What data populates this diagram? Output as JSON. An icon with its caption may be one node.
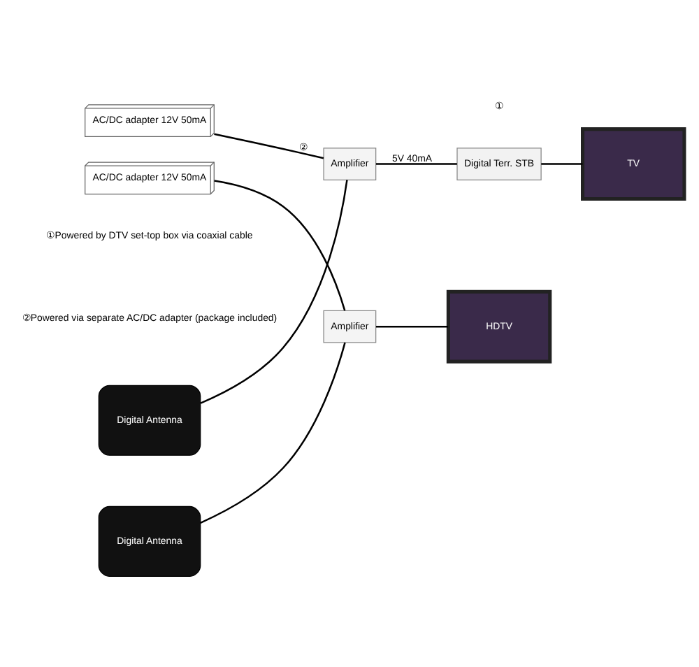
{
  "diagram": {
    "nodes": [
      {
        "text": [
          "Digital Antenna"
        ]
      },
      {
        "text": [
          "Amplifier"
        ]
      },
      {
        "text": [
          "AC/DC adapter 12V 50mA"
        ]
      },
      {
        "text": [
          "Digital Terr. STB"
        ]
      },
      {
        "text": [
          "TV"
        ]
      },
      {
        "text": [
          "Digital Antenna"
        ]
      },
      {
        "text": [
          "Amplifier"
        ]
      },
      {
        "text": [
          "AC/DC adapter 12V 50mA"
        ]
      },
      {
        "text": [
          "HDTV"
        ]
      }
    ],
    "edges": [
      {
        "from": 0,
        "to": 1,
        "arrow": "none"
      },
      {
        "from": 2,
        "to": 1,
        "arrow": "none",
        "label": "②"
      },
      {
        "from": 1,
        "to": 3,
        "arrow": "none",
        "label": "5V 40mA"
      },
      {
        "from": 3,
        "to": 4,
        "arrow": "none"
      },
      {
        "from": 5,
        "to": 6,
        "arrow": "none"
      },
      {
        "from": 7,
        "to": 6,
        "arrow": "none"
      },
      {
        "from": 6,
        "to": 8,
        "arrow": "none"
      }
    ],
    "labels": [
      "①Powered by DTV set-top box via coaxial cable",
      "②Powered via separate AC/DC adapter (package included)",
      "①"
    ]
  }
}
